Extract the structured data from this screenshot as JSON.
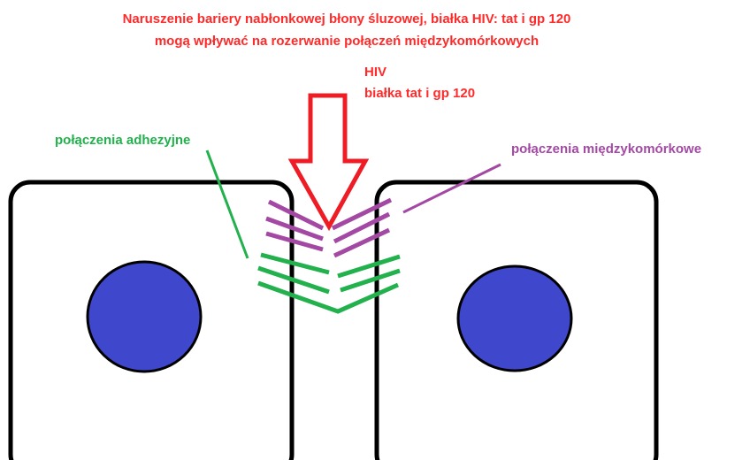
{
  "title": {
    "line1": "Naruszenie bariery nabłonkowej błony śluzowej, białka HIV: tat i gp 120",
    "line2": "mogą wpływać na rozerwanie połączeń międzykomórkowych"
  },
  "arrow_label": {
    "line1": "HIV",
    "line2": "białka tat i gp 120"
  },
  "labels": {
    "adherens": "połączenia adhezyjne",
    "intercellular": "połączenia międzykomórkowe"
  },
  "colors": {
    "title": "#ff2a2a",
    "arrow": "#ee1c24",
    "adherens": "#22b14c",
    "intercellular": "#a349a4",
    "cell_outline": "#000000",
    "cell_fill": "#ffffff",
    "nucleus": "#3f48cc",
    "nucleus_outline": "#000000"
  },
  "cells": [
    {
      "name": "left-cell"
    },
    {
      "name": "right-cell"
    }
  ]
}
